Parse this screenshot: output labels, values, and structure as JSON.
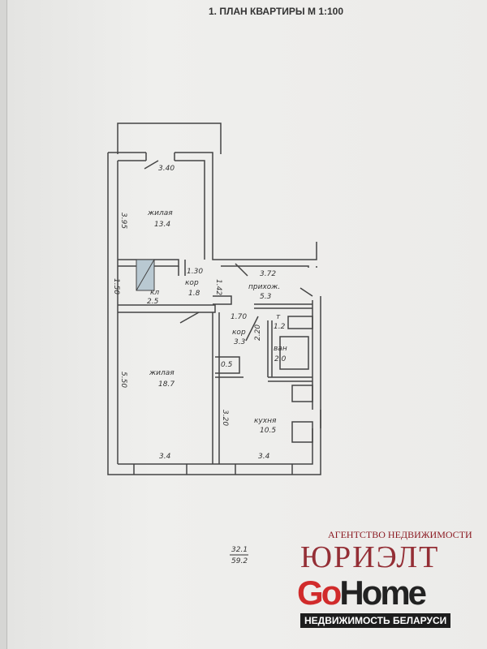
{
  "title": "1. ПЛАН КВАРТИРЫ М 1:100",
  "rooms": {
    "living1": {
      "name": "жилая",
      "area": "13.4",
      "width": "3.40",
      "length": "3.95"
    },
    "corridor1": {
      "name": "кор",
      "area": "1.8",
      "dim_a": "1.30",
      "dim_b": "1.42"
    },
    "closet": {
      "name": "кл",
      "area": "2.5",
      "dim": "1.50"
    },
    "hall": {
      "name": "прихож.",
      "area": "5.3",
      "dim": "3.72"
    },
    "corridor2": {
      "name": "кор",
      "area": "3.3",
      "dim_a": "1.70",
      "dim_b": "2.20"
    },
    "toilet": {
      "name": "т",
      "area": "1.2"
    },
    "bath": {
      "name": "ван",
      "area": "2.0"
    },
    "niche": {
      "area": "0.5"
    },
    "living2": {
      "name": "жилая",
      "area": "18.7",
      "width": "3.4",
      "length": "5.50"
    },
    "kitchen": {
      "name": "кухня",
      "area": "10.5",
      "width": "3.4",
      "length": "3.20"
    }
  },
  "totals": {
    "living": "32.1",
    "total": "59.2"
  },
  "watermark": {
    "agency": "АГЕНТСТВО НЕДВИЖИМОСТИ",
    "agency_name": "ЮРИЭЛТ",
    "brand_go": "Go",
    "brand_home": "Home",
    "tagline": "НЕДВИЖИМОСТЬ БЕЛАРУСИ"
  }
}
